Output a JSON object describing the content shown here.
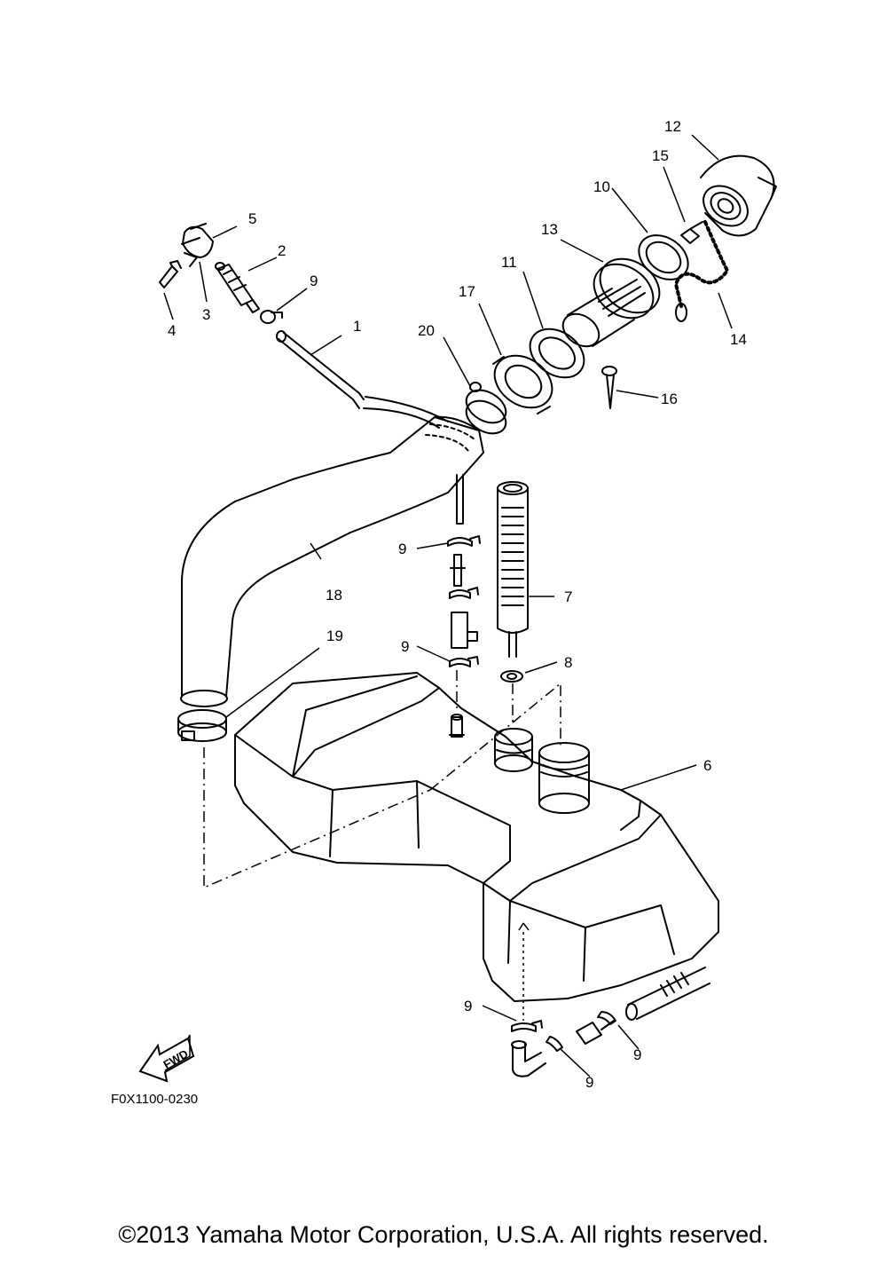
{
  "diagram": {
    "callouts": [
      {
        "id": "c1",
        "label": "1"
      },
      {
        "id": "c2",
        "label": "2"
      },
      {
        "id": "c3",
        "label": "3"
      },
      {
        "id": "c4",
        "label": "4"
      },
      {
        "id": "c5",
        "label": "5"
      },
      {
        "id": "c6",
        "label": "6"
      },
      {
        "id": "c7",
        "label": "7"
      },
      {
        "id": "c8",
        "label": "8"
      },
      {
        "id": "c9a",
        "label": "9"
      },
      {
        "id": "c9b",
        "label": "9"
      },
      {
        "id": "c9c",
        "label": "9"
      },
      {
        "id": "c9d",
        "label": "9"
      },
      {
        "id": "c9e",
        "label": "9"
      },
      {
        "id": "c9f",
        "label": "9"
      },
      {
        "id": "c9g",
        "label": "9"
      },
      {
        "id": "c10",
        "label": "10"
      },
      {
        "id": "c11",
        "label": "11"
      },
      {
        "id": "c12",
        "label": "12"
      },
      {
        "id": "c13",
        "label": "13"
      },
      {
        "id": "c14",
        "label": "14"
      },
      {
        "id": "c15",
        "label": "15"
      },
      {
        "id": "c16",
        "label": "16"
      },
      {
        "id": "c17",
        "label": "17"
      },
      {
        "id": "c18",
        "label": "18"
      },
      {
        "id": "c19",
        "label": "19"
      },
      {
        "id": "c20",
        "label": "20"
      }
    ],
    "fwd_label": "FWD",
    "diagram_code": "F0X1100-0230"
  },
  "footer": {
    "copyright": "©2013 Yamaha Motor Corporation, U.S.A. All rights reserved."
  }
}
